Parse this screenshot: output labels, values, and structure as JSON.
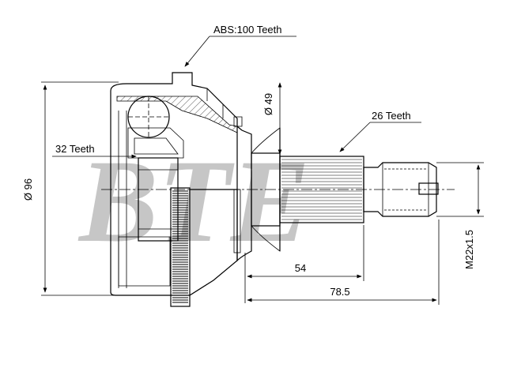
{
  "watermark": "BTE",
  "labels": {
    "abs": "ABS:100 Teeth",
    "outer_diameter": "Ø 96",
    "seal_diameter": "Ø 49",
    "inner_teeth": "32 Teeth",
    "outer_teeth": "26 Teeth",
    "length_54": "54",
    "length_78_5": "78.5",
    "thread": "M22x1.5"
  },
  "colors": {
    "line": "#000000",
    "watermark": "#c6c6c6",
    "background": "#ffffff"
  }
}
